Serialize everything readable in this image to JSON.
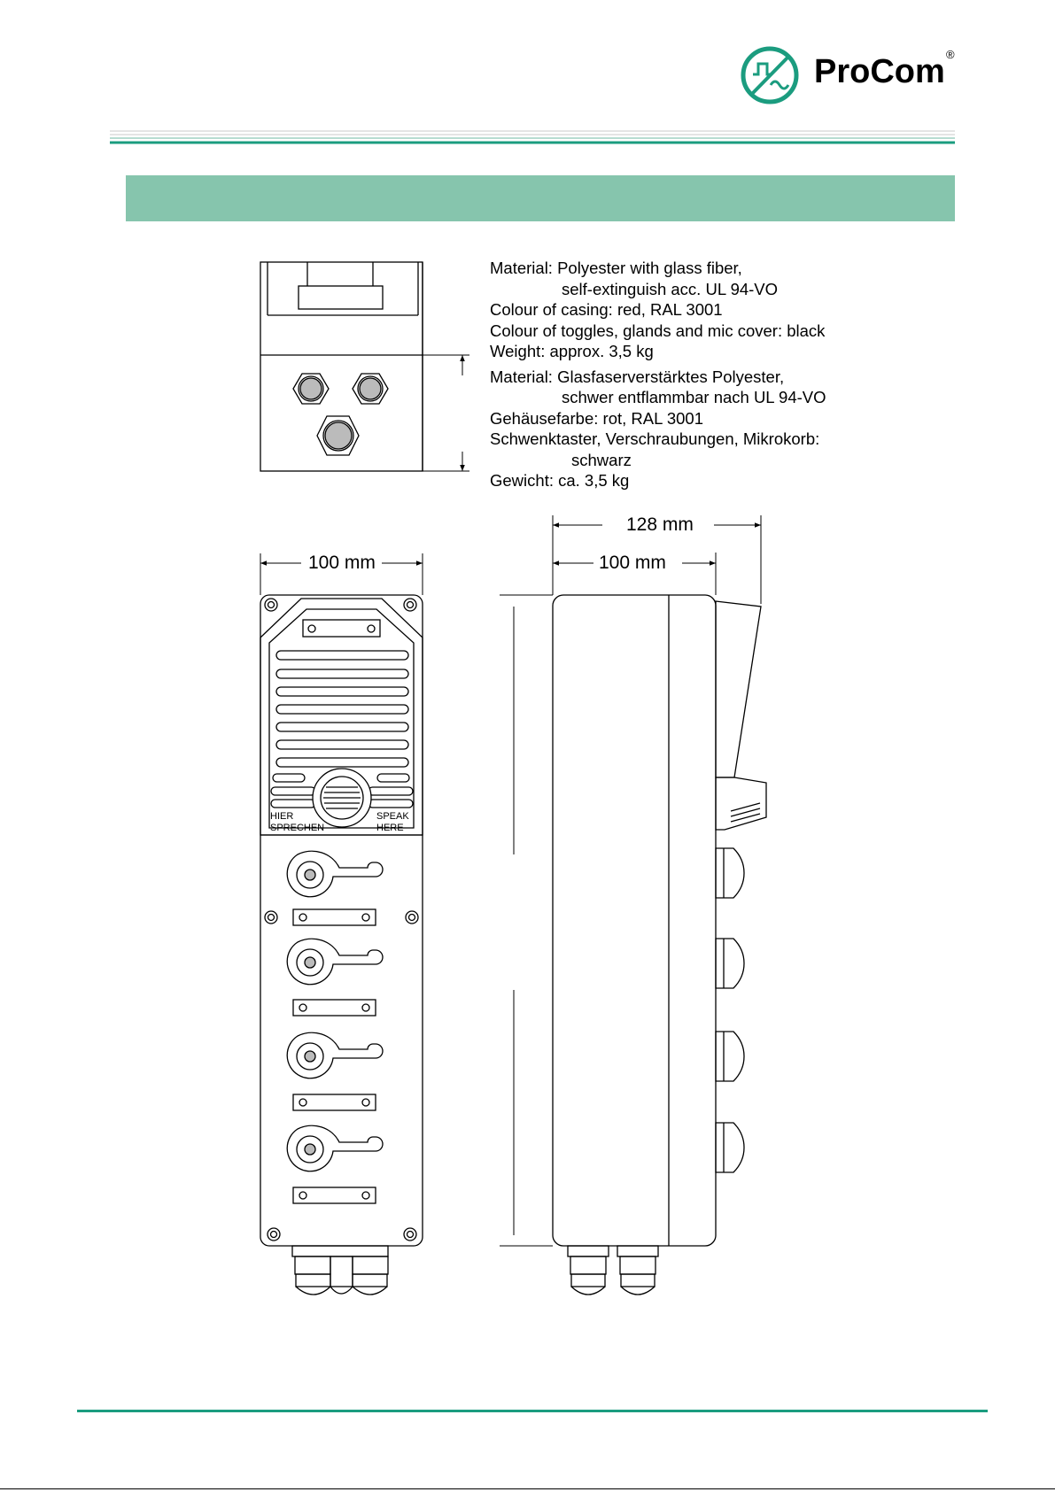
{
  "brand": {
    "name": "ProCom",
    "registered_mark": "®",
    "accent_color": "#1b9c7f",
    "logo_icon": "signal-wave-logo-icon"
  },
  "section_bar": {
    "color": "#86c5ad",
    "title": ""
  },
  "specs_english": {
    "material_label": "Material:",
    "material_value": "Polyester with glass fiber,",
    "material_value_2": "self-extinguish acc. UL 94-VO",
    "colour_casing": "Colour of casing: red, RAL 3001",
    "colour_toggles": "Colour of toggles, glands and mic cover: black",
    "weight": "Weight: approx. 3,5 kg"
  },
  "specs_german": {
    "material_label": "Material:",
    "material_value": "Glasfaserverstärktes Polyester,",
    "material_value_2": "schwer entflammbar nach UL 94-VO",
    "gehaeusefarbe": "Gehäusefarbe: rot, RAL 3001",
    "schwenktaster": "Schwenktaster, Verschraubungen, Mikrokorb:",
    "schwenktaster_2": "schwarz",
    "gewicht": "Gewicht: ca. 3,5 kg"
  },
  "dimensions": {
    "front_width": "100 mm",
    "side_depth_total": "128 mm",
    "side_depth_body": "100 mm"
  },
  "panel_labels": {
    "left_line1": "HIER",
    "left_line2": "SPRECHEN",
    "right_line1": "SPEAK",
    "right_line2": "HERE"
  }
}
